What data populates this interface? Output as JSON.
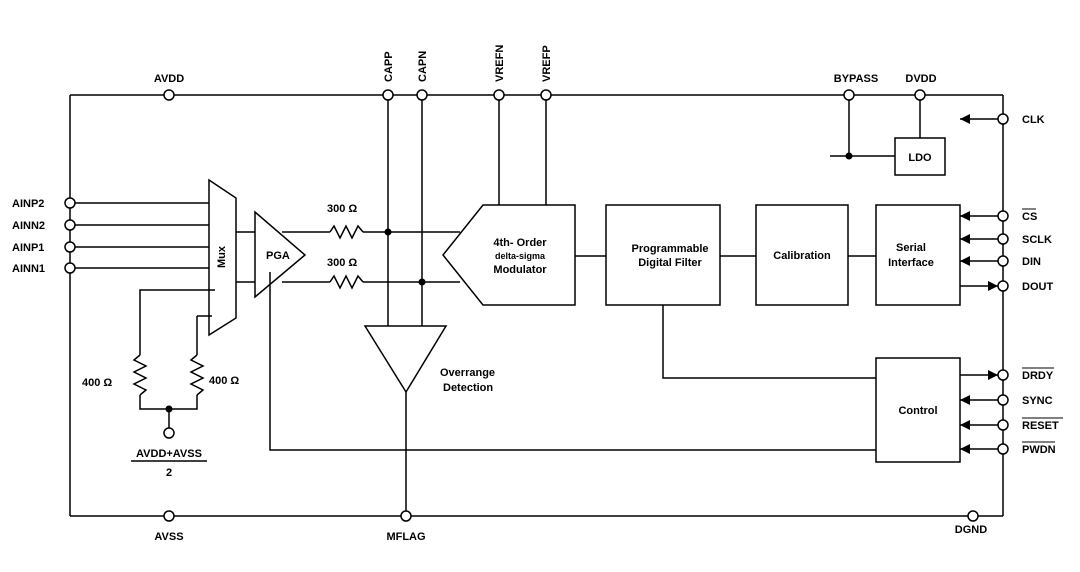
{
  "pins": {
    "avdd": "AVDD",
    "avss": "AVSS",
    "capp": "CAPP",
    "capn": "CAPN",
    "vrefn": "VREFN",
    "vrefp": "VREFP",
    "bypass": "BYPASS",
    "dvdd": "DVDD",
    "clk": "CLK",
    "cs": "CS",
    "sclk": "SCLK",
    "din": "DIN",
    "dout": "DOUT",
    "drdy": "DRDY",
    "sync": "SYNC",
    "reset": "RESET",
    "pwdn": "PWDN",
    "dgnd": "DGND",
    "mflag": "MFLAG",
    "ainp2": "AINP2",
    "ainn2": "AINN2",
    "ainp1": "AINP1",
    "ainn1": "AINN1"
  },
  "blocks": {
    "mux": "Mux",
    "pga": "PGA",
    "modulator_line1": "4th- Order",
    "modulator_line2": "delta-sigma",
    "modulator_line3": "Modulator",
    "filter_line1": "Programmable",
    "filter_line2": "Digital Filter",
    "calibration": "Calibration",
    "serial_line1": "Serial",
    "serial_line2": "Interface",
    "control": "Control",
    "ldo": "LDO",
    "overrange_line1": "Overrange",
    "overrange_line2": "Detection"
  },
  "components": {
    "res_top": "300 Ω",
    "res_bottom": "300 Ω",
    "res_left": "400 Ω",
    "res_right": "400 Ω",
    "mid_numerator": "AVDD+AVSS",
    "mid_denominator": "2"
  }
}
